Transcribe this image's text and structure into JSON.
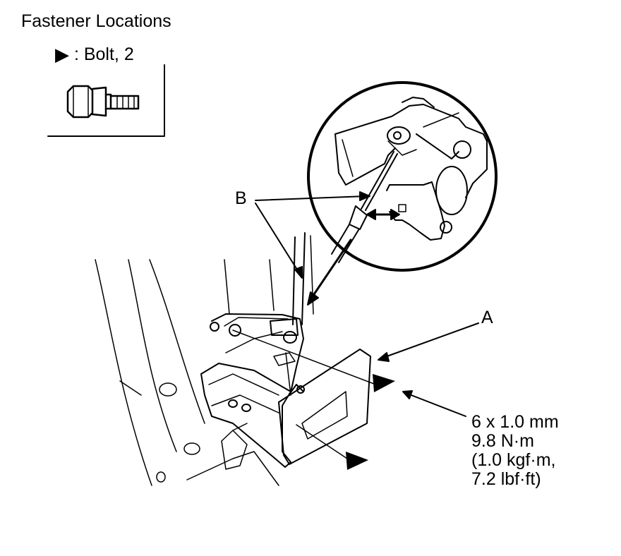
{
  "title": "Fastener Locations",
  "legend": {
    "symbol": "▶",
    "text": ": Bolt, 2"
  },
  "callouts": {
    "b": "B",
    "a": "A"
  },
  "spec": {
    "line1": "6 x 1.0 mm",
    "line2": "9.8 N·m",
    "line3": "(1.0 kgf·m,",
    "line4": "7.2 lbf·ft)"
  },
  "colors": {
    "ink": "#000000",
    "background": "#ffffff"
  }
}
